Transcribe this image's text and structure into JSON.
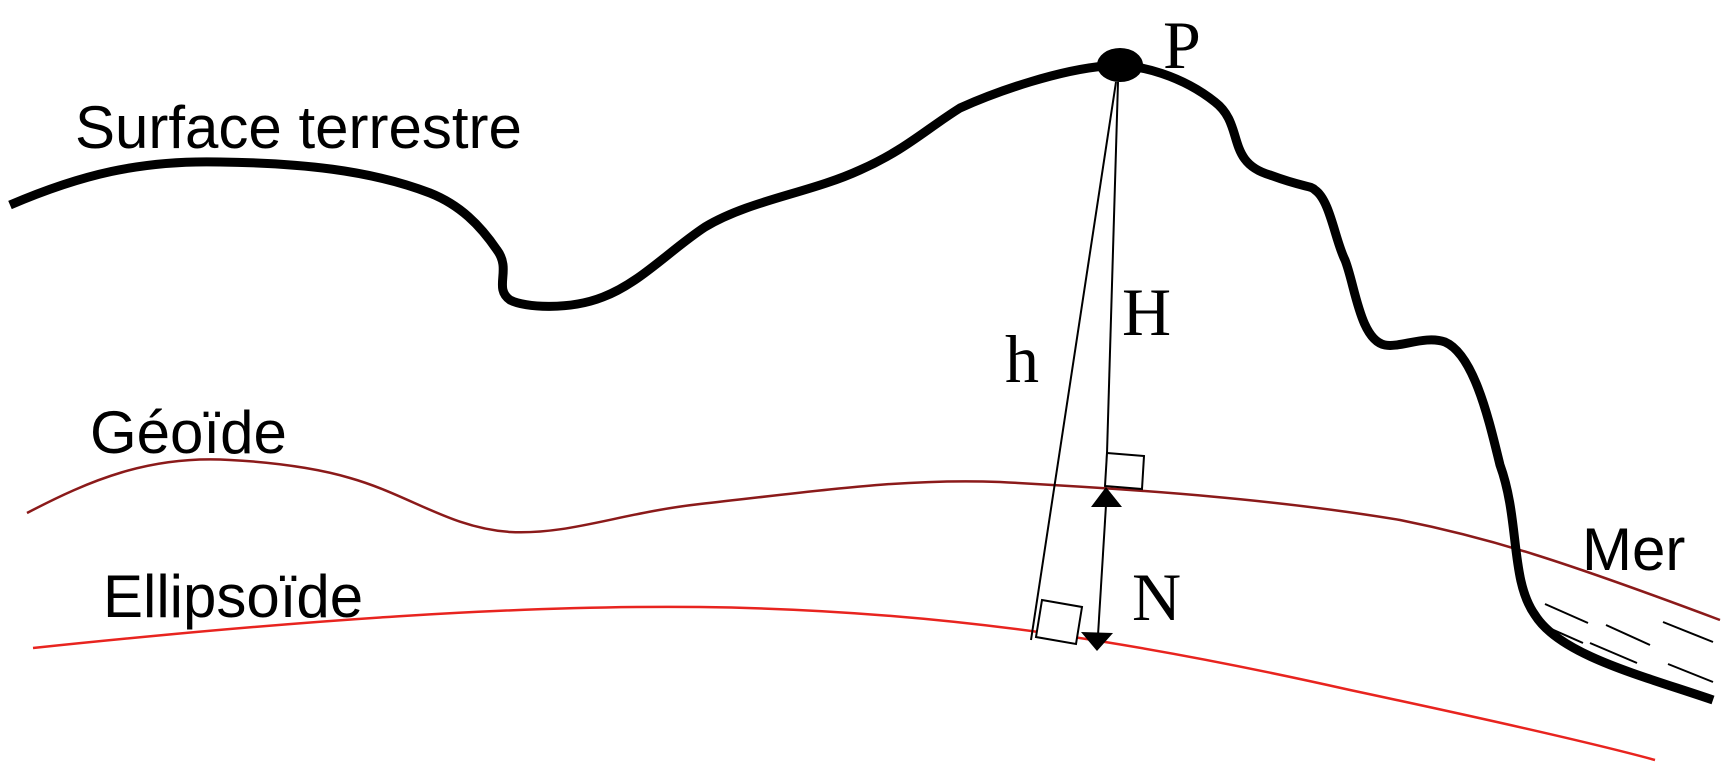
{
  "labels": {
    "surface": "Surface terrestre",
    "geoid": "Géoïde",
    "ellipsoid": "Ellipsoïde",
    "sea": "Mer",
    "point": "P",
    "h": "h",
    "H": "H",
    "N": "N"
  },
  "colors": {
    "terrain": "#000000",
    "geoid": "#8b1a1a",
    "ellipsoid": "#e8241f",
    "text": "#000000",
    "background": "#ffffff"
  }
}
